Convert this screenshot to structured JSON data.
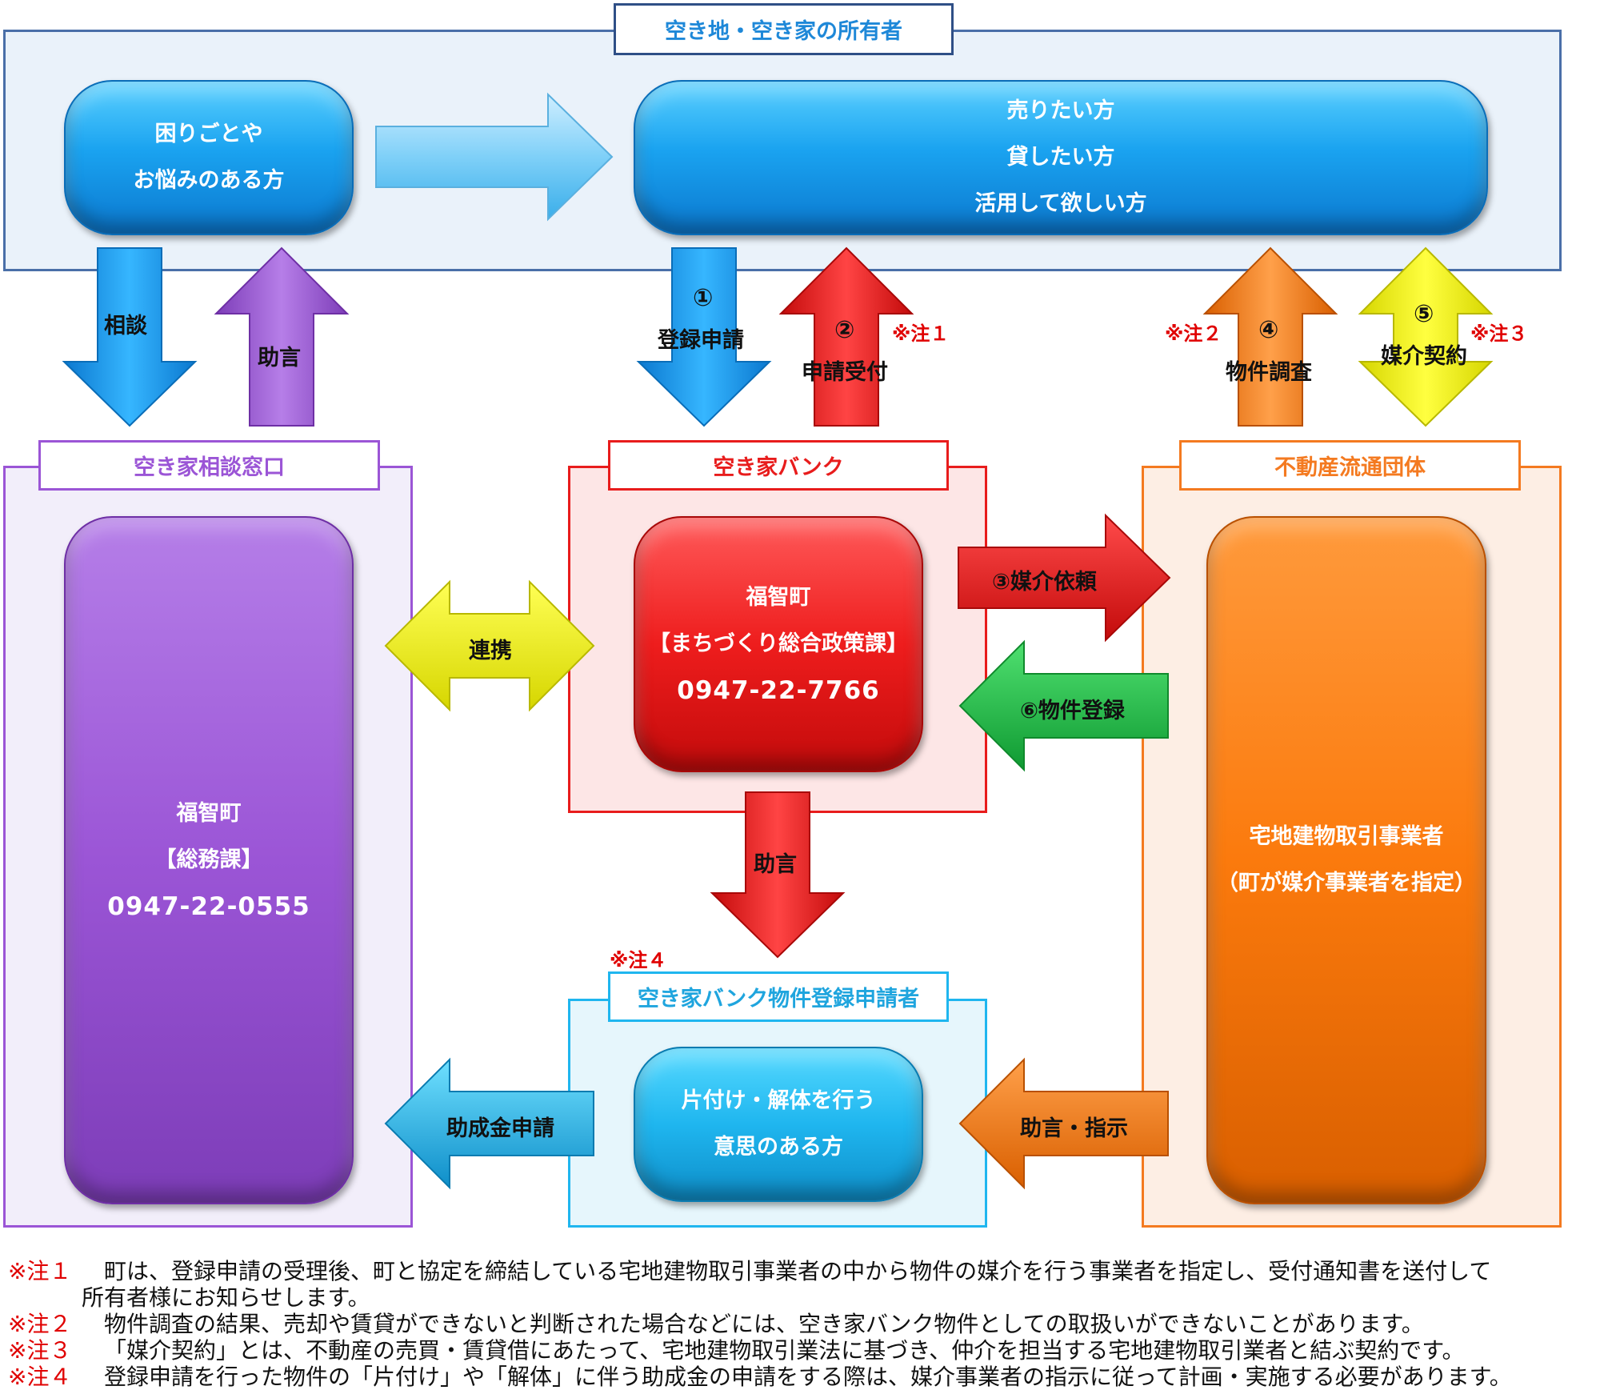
{
  "owner": {
    "title": "空き地・空き家の所有者",
    "troubled_lines": [
      "困りごとや",
      "お悩みのある方"
    ],
    "seller_lines": [
      "売りたい方",
      "貸したい方",
      "活用して欲しい方"
    ]
  },
  "consult_window": {
    "title": "空き家相談窓口",
    "lines": [
      "福智町",
      "【総務課】",
      "0947-22-0555"
    ]
  },
  "akiya_bank": {
    "title": "空き家バンク",
    "lines": [
      "福智町",
      "【まちづくり総合政策課】",
      "0947-22-7766"
    ]
  },
  "realestate_group": {
    "title": "不動産流通団体",
    "lines": [
      "宅地建物取引事業者",
      "（町が媒介事業者を指定）"
    ]
  },
  "applicant": {
    "title": "空き家バンク物件登録申請者",
    "lines": [
      "片付け・解体を行う",
      "意思のある方"
    ]
  },
  "arrows": {
    "consult": "相談",
    "advice_up": "助言",
    "step1_num": "①",
    "step1_label": "登録申請",
    "step2_num": "②",
    "step2_label": "申請受付",
    "step4_num": "④",
    "step4_label": "物件調査",
    "step5_num": "⑤",
    "step5_label": "媒介契約",
    "cooperation": "連携",
    "step3": "③媒介依頼",
    "step6": "⑥物件登録",
    "advice_down": "助言",
    "subsidy": "助成金申請",
    "advice_instruction": "助言・指示"
  },
  "note_marks": {
    "n1": "※注１",
    "n2": "※注２",
    "n3": "※注３",
    "n4": "※注４"
  },
  "footnotes": [
    {
      "key": "※注１",
      "text": "町は、登録申請の受理後、町と協定を締結している宅地建物取引事業者の中から物件の媒介を行う事業者を指定し、受付通知書を送付して",
      "cont": "所有者様にお知らせします。"
    },
    {
      "key": "※注２",
      "text": "物件調査の結果、売却や賃貸ができないと判断された場合などには、空き家バンク物件としての取扱いができないことがあります。"
    },
    {
      "key": "※注３",
      "text": "「媒介契約」とは、不動産の売買・賃貸借にあたって、宅地建物取引業法に基づき、仲介を担当する宅地建物取引業者と結ぶ契約です。"
    },
    {
      "key": "※注４",
      "text": "登録申請を行った物件の「片付け」や「解体」に伴う助成金の申請をする際は、媒介事業者の指示に従って計画・実施する必要があります。"
    }
  ],
  "colors": {
    "blue": "#1aa3f0",
    "purple": "#9b55d6",
    "red": "#ee1d1d",
    "orange": "#fb7a0d",
    "yellow": "#ffff00",
    "green": "#1fc44a",
    "cyan": "#1fb6ef"
  }
}
